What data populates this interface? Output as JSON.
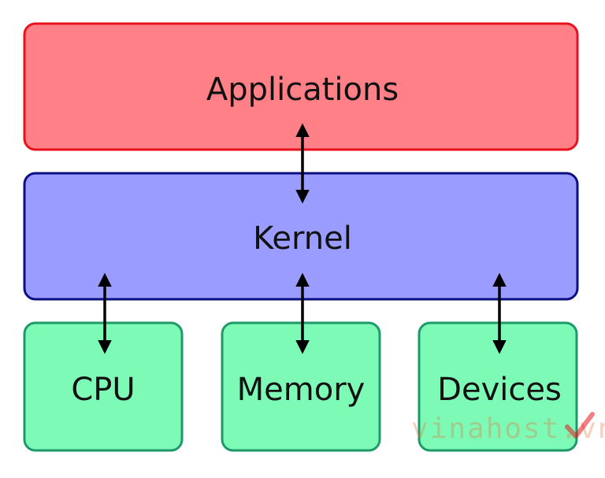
{
  "layers": {
    "applications": {
      "label": "Applications",
      "fill": "#ff8087",
      "stroke": "#e8121c"
    },
    "kernel": {
      "label": "Kernel",
      "fill": "#9b9cff",
      "stroke": "#0b0f80"
    },
    "hardware": [
      {
        "label": "CPU",
        "fill": "#7dfab6",
        "stroke": "#1e9a6a"
      },
      {
        "label": "Memory",
        "fill": "#7dfab6",
        "stroke": "#1e9a6a"
      },
      {
        "label": "Devices",
        "fill": "#7dfab6",
        "stroke": "#1e9a6a"
      }
    ]
  },
  "arrow_color": "#000000",
  "watermark": {
    "text": "vinahost.vn",
    "color": "#e07a46",
    "check_color": "#e8121c"
  }
}
